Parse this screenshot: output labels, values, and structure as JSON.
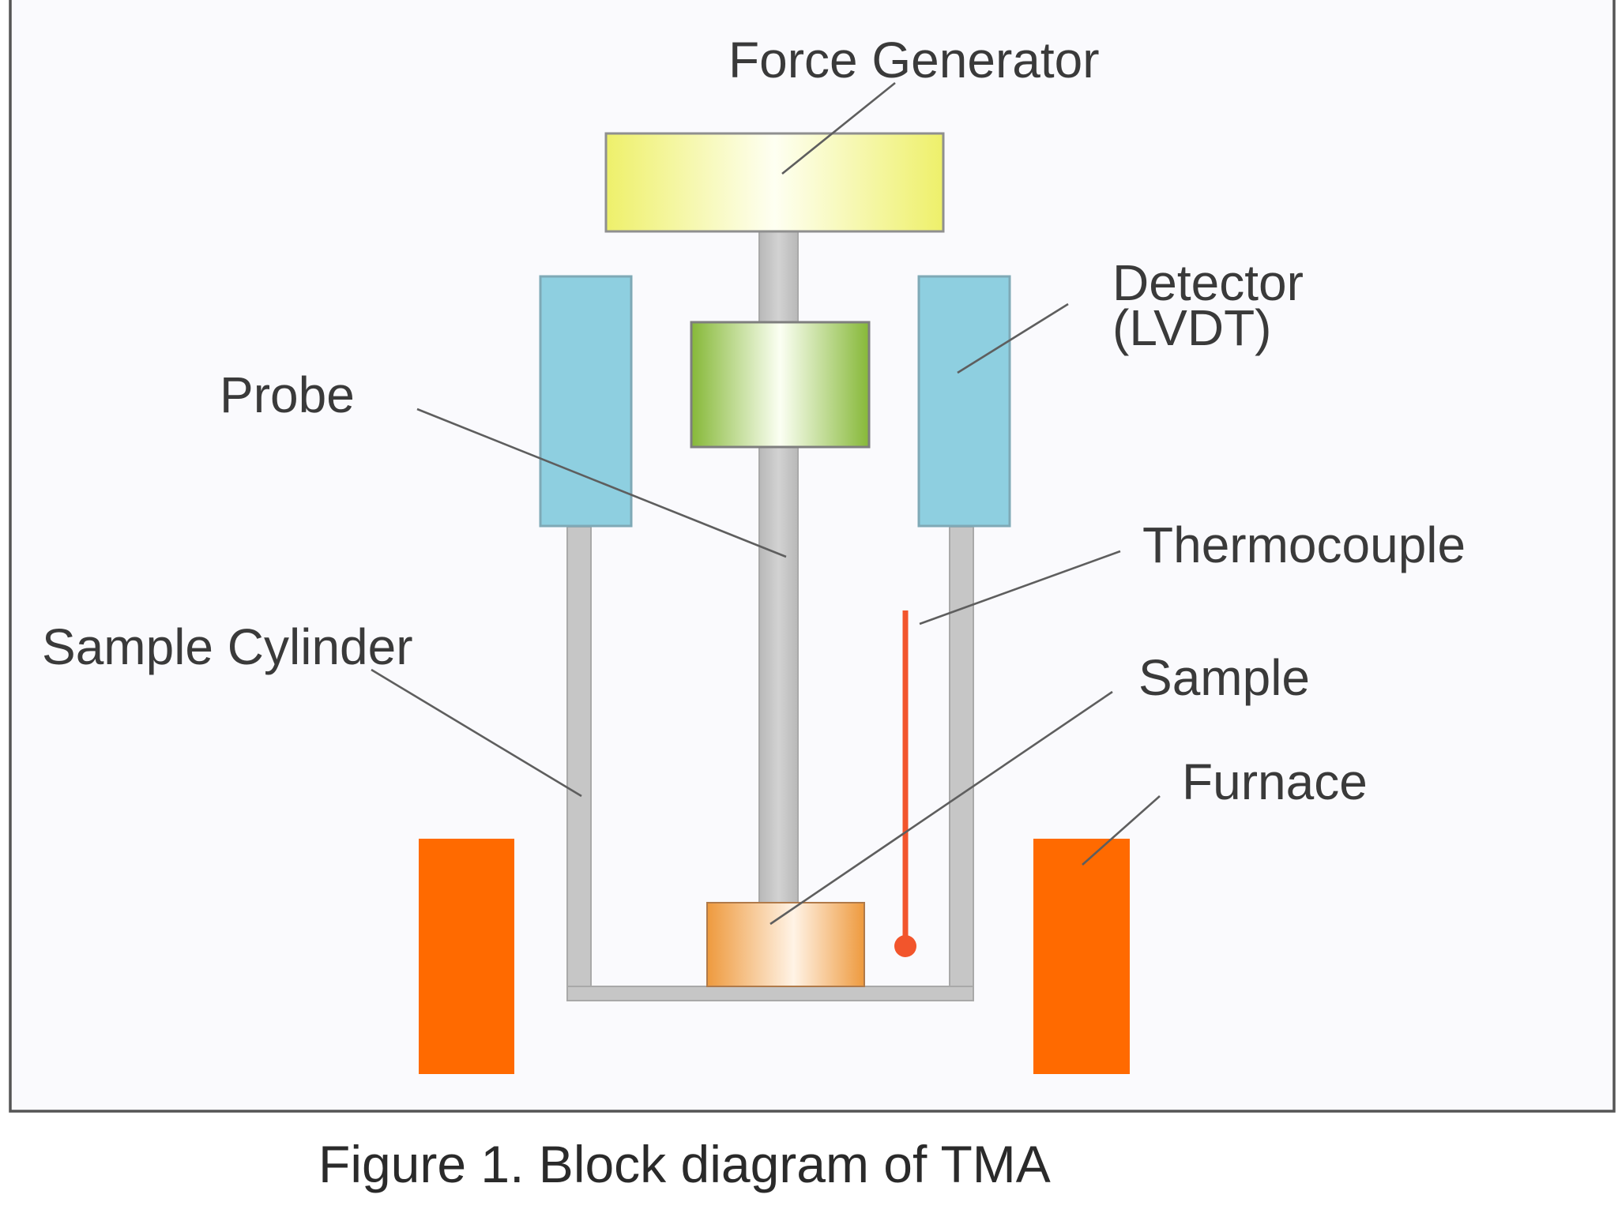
{
  "diagram": {
    "labels": {
      "force_generator": "Force Generator",
      "detector_line1": "Detector",
      "detector_line2": "(LVDT)",
      "probe": "Probe",
      "thermocouple": "Thermocouple",
      "sample_cylinder": "Sample Cylinder",
      "sample": "Sample",
      "furnace": "Furnace"
    },
    "caption": "Figure 1. Block diagram of TMA",
    "colors": {
      "force_generator": "#F0F27A",
      "core": "#8DBE3A",
      "detector": "#8ECFE0",
      "probe_rod": "#C4C4C4",
      "sample": "#EE9A3E",
      "thermocouple": "#F2552C",
      "furnace": "#FF6A00",
      "frame_border": "#555555"
    }
  }
}
